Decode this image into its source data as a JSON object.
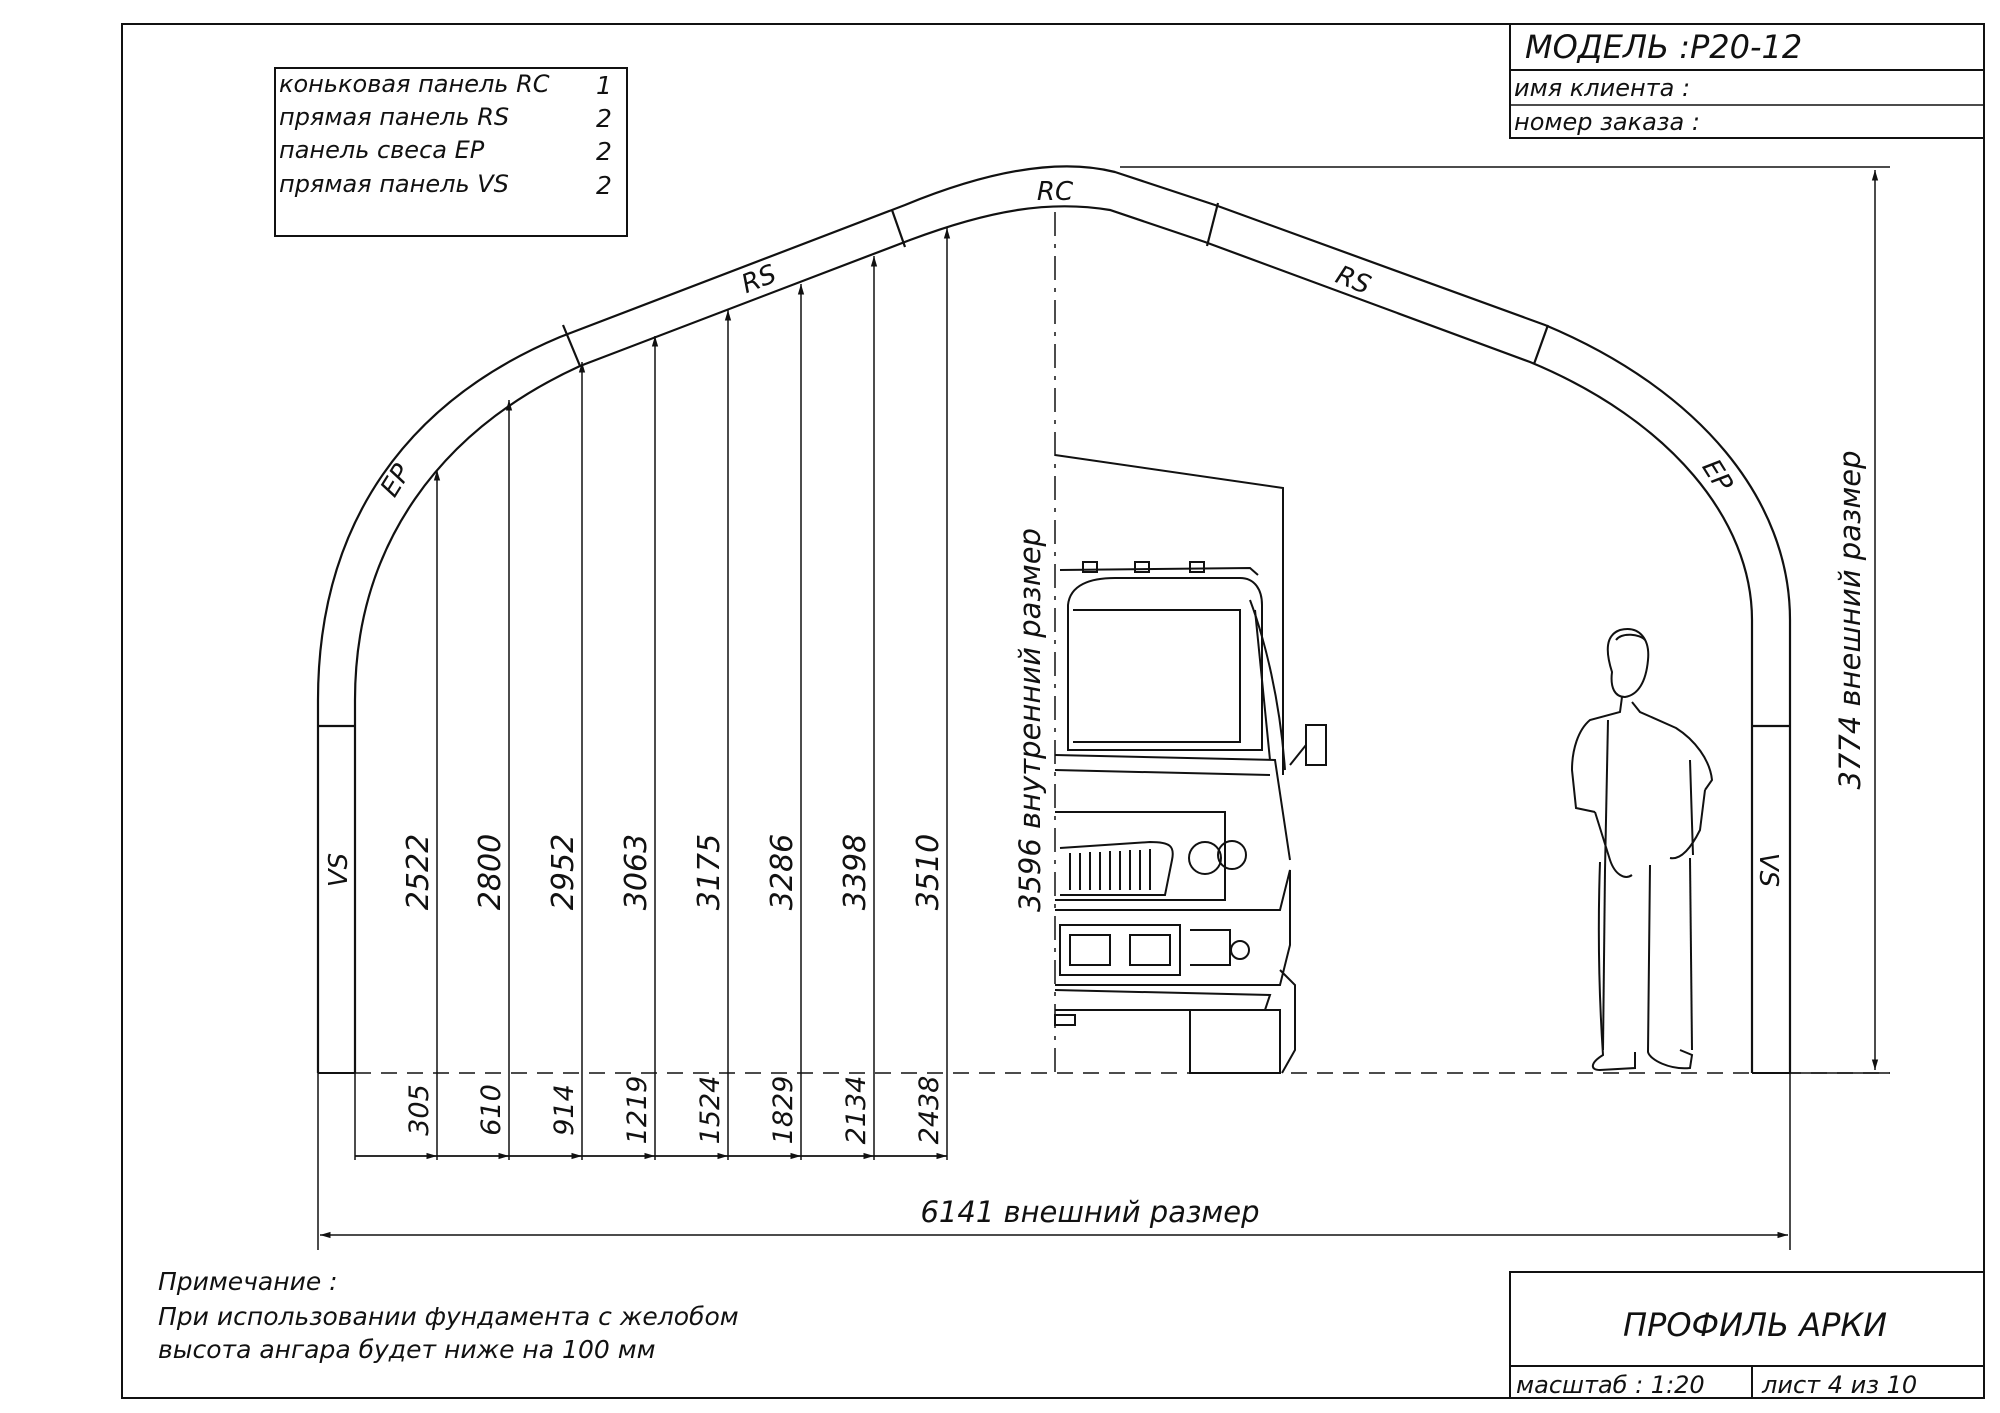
{
  "title_block": {
    "model": "МОДЕЛЬ :P20-12",
    "client_label": "имя клиента :",
    "order_label": "номер заказа :",
    "drawing_title": "ПРОФИЛЬ АРКИ",
    "scale": "масштаб : 1:20",
    "sheet": "лист  4  из  10"
  },
  "panel_table": [
    {
      "name": "коньковая панель  RC",
      "qty": "1"
    },
    {
      "name": "прямая панель  RS",
      "qty": "2"
    },
    {
      "name": "панель свеса  EP",
      "qty": "2"
    },
    {
      "name": "прямая панель  VS",
      "qty": "2"
    }
  ],
  "panel_labels": {
    "rc": "RC",
    "rs_left": "RS",
    "rs_right": "RS",
    "ep_left": "EP",
    "ep_right": "EP",
    "vs_left": "VS",
    "vs_right": "VS"
  },
  "dimensions": {
    "heights": [
      "2522",
      "2800",
      "2952",
      "3063",
      "3175",
      "3286",
      "3398",
      "3510"
    ],
    "offsets": [
      "305",
      "610",
      "914",
      "1219",
      "1524",
      "1829",
      "2134",
      "2438"
    ],
    "inner_height": "3596  внутренний размер",
    "outer_height": "3774  внешний размер",
    "outer_width": "6141  внешний размер"
  },
  "note": {
    "heading": "Примечание :",
    "line1": "При использовании фундамента с желобом",
    "line2": "высота ангара будет ниже на  100  мм"
  }
}
